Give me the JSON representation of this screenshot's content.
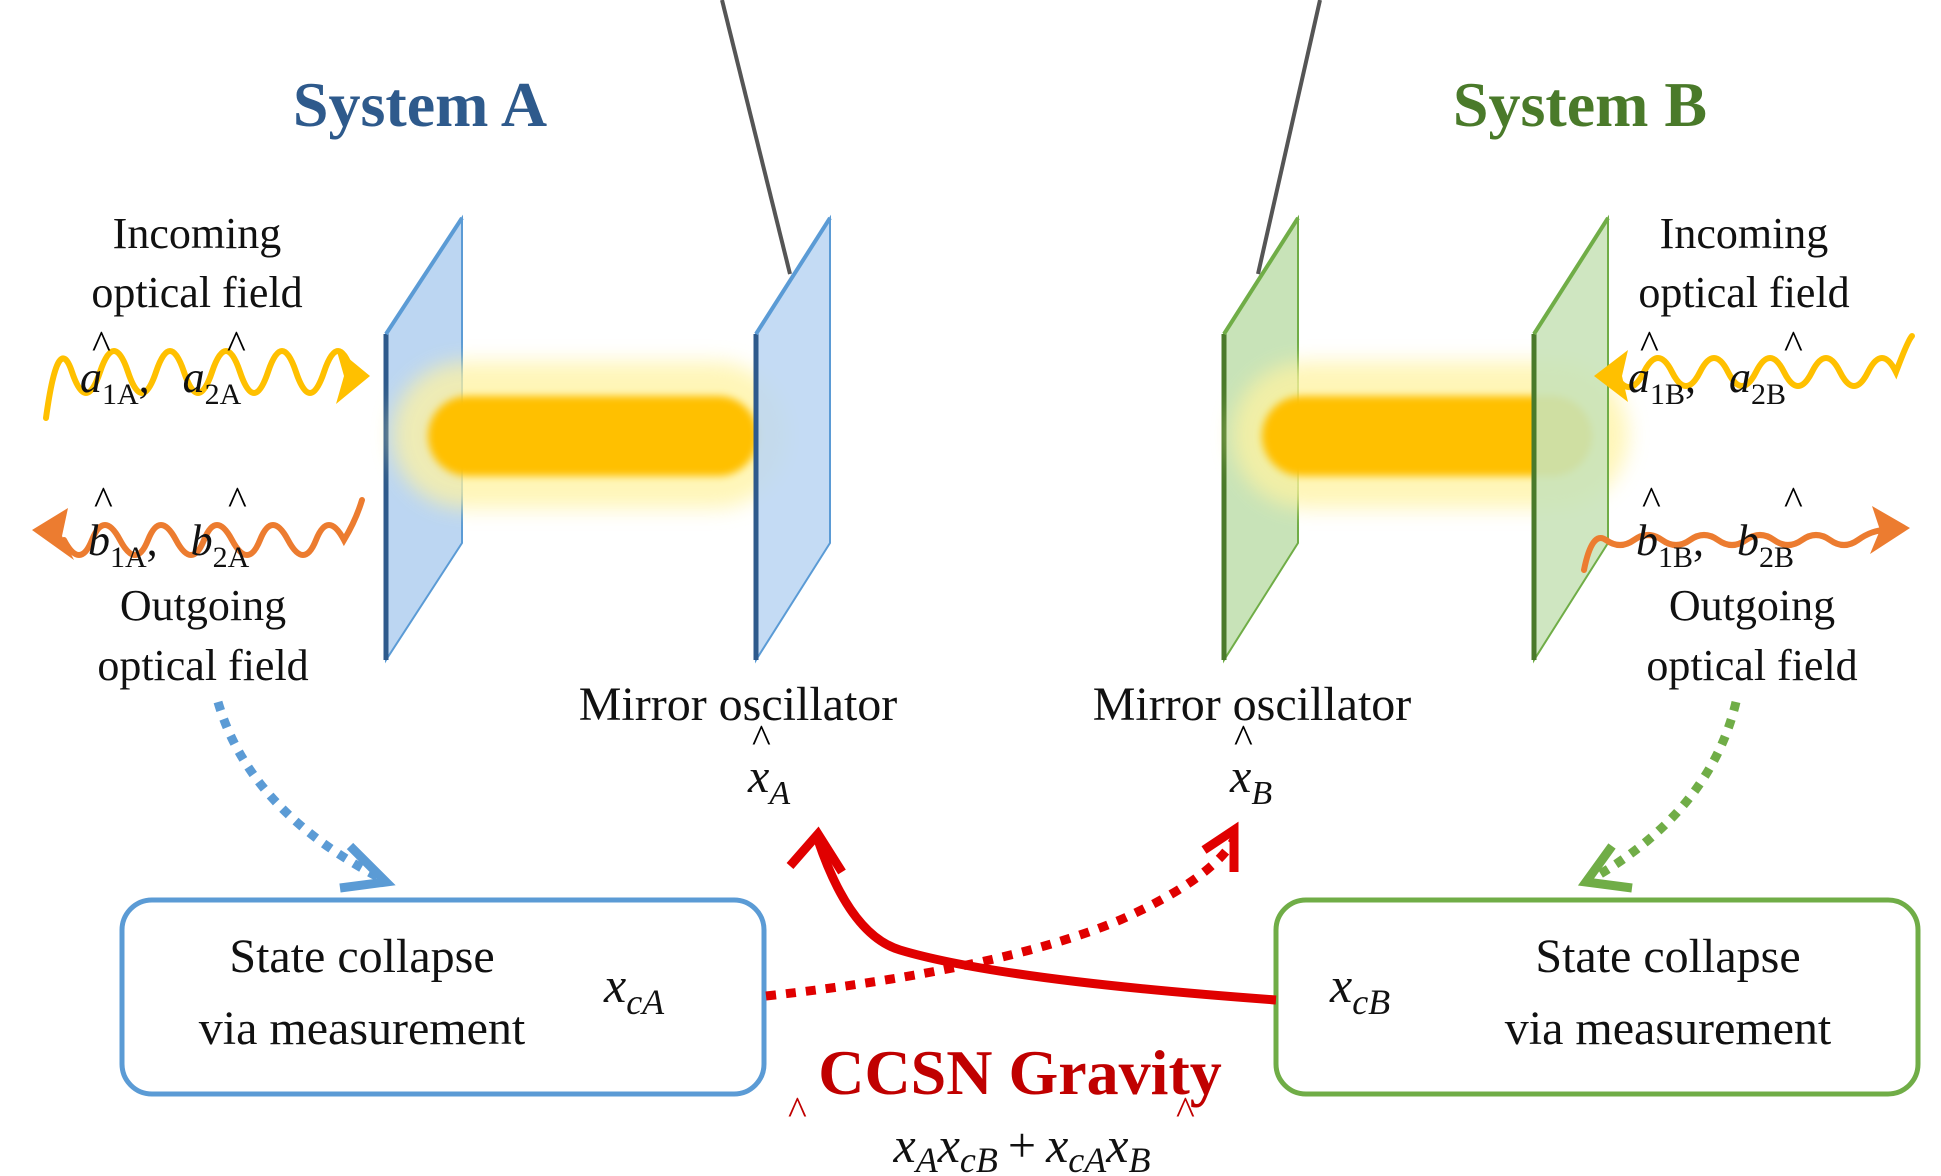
{
  "system_a": {
    "title": "System A",
    "incoming_line1": "Incoming",
    "incoming_line2": "optical field",
    "incoming_ops": {
      "a": "a",
      "sub1": "1A",
      "sub2": "2A"
    },
    "outgoing_ops": {
      "b": "b",
      "sub1": "1A",
      "sub2": "2A"
    },
    "outgoing_line1": "Outgoing",
    "outgoing_line2": "optical field",
    "oscillator_label": "Mirror oscillator",
    "oscillator_var": {
      "x": "x",
      "sub": "A"
    },
    "box_line1": "State collapse",
    "box_line2": "via measurement",
    "box_var": {
      "x": "x",
      "sub": "cA"
    }
  },
  "system_b": {
    "title": "System B",
    "incoming_line1": "Incoming",
    "incoming_line2": "optical field",
    "incoming_ops": {
      "a": "a",
      "sub1": "1B",
      "sub2": "2B"
    },
    "outgoing_ops": {
      "b": "b",
      "sub1": "1B",
      "sub2": "2B"
    },
    "outgoing_line1": "Outgoing",
    "outgoing_line2": "optical field",
    "oscillator_label": "Mirror oscillator",
    "oscillator_var": {
      "x": "x",
      "sub": "B"
    },
    "box_line1": "State collapse",
    "box_line2": "via measurement",
    "box_var": {
      "x": "x",
      "sub": "cB"
    }
  },
  "gravity": {
    "title": "CCSN Gravity",
    "formula": {
      "t1": "x",
      "s1": "A",
      "t2": "x",
      "s2": "cB",
      "plus": "+",
      "t3": "x",
      "s3": "cA",
      "t4": "x",
      "s4": "B"
    }
  },
  "colors": {
    "system_a": "#2e5a8c",
    "system_b": "#4a7a2a",
    "mirror_a": "#bcd6f2",
    "mirror_b": "#c8e3b8",
    "beam": "#ffc000",
    "incoming_wave": "#ffc000",
    "outgoing_wave": "#ec7c30",
    "gravity": "#e00000",
    "gravity_title": "#c00000",
    "link_a": "#5b9bd5",
    "link_b": "#70ad47"
  }
}
